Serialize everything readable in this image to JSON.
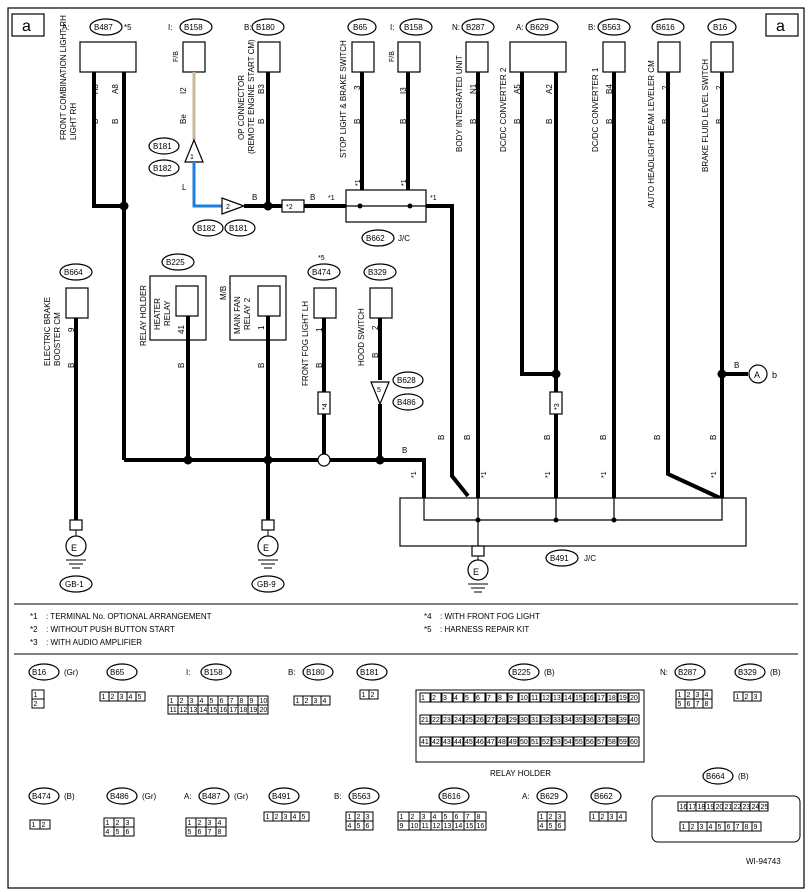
{
  "page_marker": "a",
  "figure_id": "WI-94743",
  "connectors_top": [
    {
      "prefix": "A:",
      "id": "B487",
      "note": "*5",
      "name": "FRONT COMBINATION LIGHT RH",
      "pins": [
        "A3",
        "A8"
      ],
      "wire": "B"
    },
    {
      "prefix": "I:",
      "id": "B158",
      "name": "F/B",
      "pins": [
        "I2"
      ],
      "wire": "Be"
    },
    {
      "prefix": "B:",
      "id": "B180",
      "name": "OP CONNECTOR (REMOTE ENGINE START CM)",
      "pins": [
        "B3"
      ],
      "wire": "B"
    },
    {
      "prefix": "",
      "id": "B65",
      "name": "STOP LIGHT & BRAKE SWITCH",
      "pins": [
        "3"
      ],
      "wire": "B"
    },
    {
      "prefix": "I:",
      "id": "B158b",
      "label": "B158",
      "name": "F/B",
      "pins": [
        "I3"
      ],
      "wire": "B"
    },
    {
      "prefix": "N:",
      "id": "B287",
      "name": "BODY INTEGRATED UNIT",
      "pins": [
        "N1"
      ],
      "wire": "B"
    },
    {
      "prefix": "A:",
      "id": "B629",
      "name": "DC/DC CONVERTER 2",
      "pins": [
        "A5",
        "A2"
      ],
      "wire": "B"
    },
    {
      "prefix": "B:",
      "id": "B563",
      "name": "DC/DC CONVERTER 1",
      "pins": [
        "B4"
      ],
      "wire": "B"
    },
    {
      "prefix": "",
      "id": "B616",
      "name": "AUTO HEADLIGHT BEAM LEVELER CM",
      "pins": [
        "2"
      ],
      "wire": "B"
    },
    {
      "prefix": "",
      "id": "B16",
      "name": "BRAKE FLUID LEVEL SWITCH",
      "pins": [
        "2"
      ],
      "wire": "B"
    }
  ],
  "connectors_mid": [
    {
      "id": "B664",
      "name": "ELECTRIC BRAKE BOOSTER CM",
      "pins": [
        "9"
      ],
      "wire": "B"
    },
    {
      "id": "B225",
      "name": "RELAY HOLDER",
      "sub": "HEATER RELAY",
      "pins": [
        "41"
      ],
      "wire": "B"
    },
    {
      "id": "M/B",
      "name": "MAIN FAN RELAY 2",
      "pins": [
        "1"
      ],
      "wire": "B"
    },
    {
      "id": "B474",
      "note": "*5",
      "name": "FRONT FOG LIGHT LH",
      "pins": [
        "1"
      ],
      "wire": "B"
    },
    {
      "id": "B329",
      "name": "HOOD SWITCH",
      "pins": [
        "2"
      ],
      "wire": "B"
    }
  ],
  "junctions": {
    "b181": "B181",
    "b182": "B182",
    "b662": "B662",
    "b491": "B491",
    "jc": "J/C",
    "b628": "B628",
    "b486": "B486",
    "pin1": "1",
    "pin2": "2",
    "pin5": "5",
    "wire_l": "L",
    "wire_be": "Be",
    "wire_b": "B"
  },
  "grounds": [
    {
      "id": "GB-1",
      "symbol": "E"
    },
    {
      "id": "GB-9",
      "symbol": "E"
    },
    {
      "id": "JC",
      "symbol": "E"
    }
  ],
  "offpage": {
    "symbol": "A",
    "label": "b",
    "wire": "B"
  },
  "marks": {
    "m1": "*1",
    "m2": "*2",
    "m3": "*3",
    "m4": "*4",
    "m5": "*5"
  },
  "notes": [
    {
      "mark": "*1",
      "text": ": TERMINAL No. OPTIONAL ARRANGEMENT"
    },
    {
      "mark": "*2",
      "text": ": WITHOUT PUSH BUTTON START"
    },
    {
      "mark": "*3",
      "text": ": WITH AUDIO AMPLIFIER"
    },
    {
      "mark": "*4",
      "text": ": WITH FRONT FOG LIGHT"
    },
    {
      "mark": "*5",
      "text": ": HARNESS REPAIR KIT"
    }
  ],
  "connector_views": [
    {
      "label": "B16",
      "color": "(Gr)",
      "pins": [
        "1",
        "2"
      ]
    },
    {
      "label": "B65",
      "color": "",
      "pins": [
        "1",
        "2",
        "3",
        "4",
        "5"
      ]
    },
    {
      "prefix": "I:",
      "label": "B158",
      "color": "",
      "pins": [
        "1",
        "2",
        "3",
        "4",
        "5",
        "6",
        "7",
        "8",
        "9",
        "10",
        "11",
        "12",
        "13",
        "14",
        "15",
        "16",
        "17",
        "18",
        "19",
        "20"
      ]
    },
    {
      "prefix": "B:",
      "label": "B180",
      "color": "",
      "pins": [
        "1",
        "2",
        "3",
        "4"
      ]
    },
    {
      "label": "B181",
      "color": "",
      "pins": [
        "1",
        "2"
      ]
    },
    {
      "label": "B225",
      "color": "(B)",
      "caption": "RELAY HOLDER"
    },
    {
      "prefix": "N:",
      "label": "B287",
      "color": "",
      "pins": [
        "1",
        "2",
        "3",
        "4",
        "5",
        "6",
        "7",
        "8"
      ]
    },
    {
      "label": "B329",
      "color": "(B)",
      "pins": [
        "1",
        "2",
        "3"
      ]
    },
    {
      "label": "B474",
      "color": "(B)",
      "pins": [
        "1",
        "2"
      ]
    },
    {
      "label": "B486",
      "color": "(Gr)",
      "pins": [
        "1",
        "2",
        "3",
        "4",
        "5",
        "6"
      ]
    },
    {
      "prefix": "A:",
      "label": "B487",
      "color": "(Gr)",
      "pins": [
        "1",
        "2",
        "3",
        "4",
        "5",
        "6",
        "7",
        "8"
      ]
    },
    {
      "label": "B491",
      "color": "",
      "pins": [
        "1",
        "2",
        "3",
        "4",
        "5"
      ]
    },
    {
      "prefix": "B:",
      "label": "B563",
      "color": "",
      "pins": [
        "1",
        "2",
        "3",
        "4",
        "5",
        "6"
      ]
    },
    {
      "label": "B616",
      "color": "",
      "pins": [
        "1",
        "2",
        "3",
        "4",
        "5",
        "6",
        "7",
        "8",
        "9",
        "10",
        "11",
        "12",
        "13",
        "14",
        "15",
        "16"
      ]
    },
    {
      "prefix": "A:",
      "label": "B629",
      "color": "",
      "pins": [
        "1",
        "2",
        "3",
        "4",
        "5",
        "6"
      ]
    },
    {
      "label": "B662",
      "color": "",
      "pins": [
        "1",
        "2",
        "3",
        "4"
      ]
    },
    {
      "label": "B664",
      "color": "(B)",
      "pins": [
        "1",
        "2",
        "3",
        "4",
        "5",
        "6",
        "7",
        "8",
        "9",
        "16",
        "17",
        "18",
        "19",
        "20",
        "21",
        "22",
        "23",
        "24",
        "25"
      ]
    }
  ],
  "relay_holder_pins": [
    "1",
    "2",
    "3",
    "4",
    "5",
    "6",
    "7",
    "8",
    "9",
    "10",
    "11",
    "12",
    "13",
    "14",
    "15",
    "16",
    "17",
    "18",
    "19",
    "20",
    "21",
    "22",
    "23",
    "24",
    "25",
    "26",
    "27",
    "28",
    "29",
    "30",
    "31",
    "32",
    "33",
    "34",
    "35",
    "36",
    "37",
    "38",
    "39",
    "40",
    "41",
    "42",
    "43",
    "44",
    "45",
    "46",
    "47",
    "48",
    "49",
    "50",
    "51",
    "52",
    "53",
    "54",
    "55",
    "56",
    "57",
    "58",
    "59",
    "60"
  ],
  "colors": {
    "wire": "#000000",
    "wire_blue": "#1f7fe0",
    "wire_beige": "#c8b89a"
  }
}
